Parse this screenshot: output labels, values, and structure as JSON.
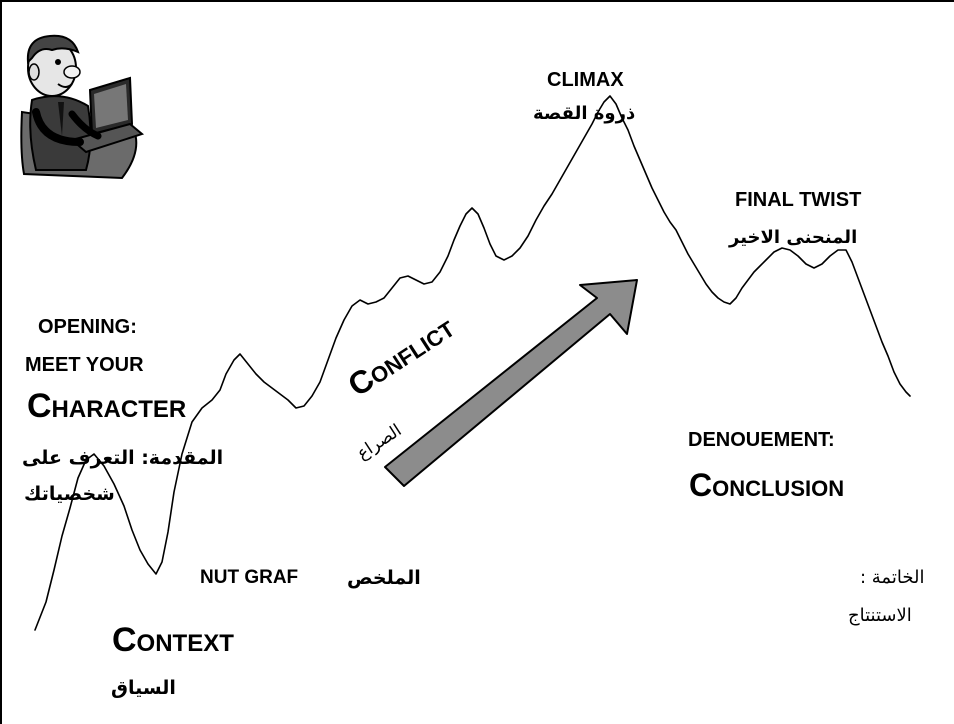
{
  "labels": {
    "climax_en": "CLIMAX",
    "climax_ar": "ذروة القصة",
    "final_twist_en": "FINAL TWIST",
    "final_twist_ar": "المنحنى الاخير",
    "opening_line1": "OPENING:",
    "opening_line2": "MEET YOUR",
    "opening_line3": "Character",
    "opening_ar_line1": "المقدمة: التعرف على",
    "opening_ar_line2": "شخصياتك",
    "conflict_en": "Conflict",
    "conflict_ar": "الصراع",
    "nut_graf_ar": "الملخص",
    "nut_graf_en": "NUT GRAF",
    "context_en": "Context",
    "context_ar": "السياق",
    "denouement_line1": "DENOUEMENT:",
    "denouement_line2": "Conclusion",
    "conclusion_ar_line1": "الخاتمة :",
    "conclusion_ar_line2": "الاستنتاج"
  },
  "colors": {
    "line": "#000000",
    "arrow_fill": "#8c8c8c",
    "arrow_stroke": "#000000",
    "background": "#ffffff"
  },
  "icons": {
    "clipart": "person-at-laptop-clipart"
  }
}
